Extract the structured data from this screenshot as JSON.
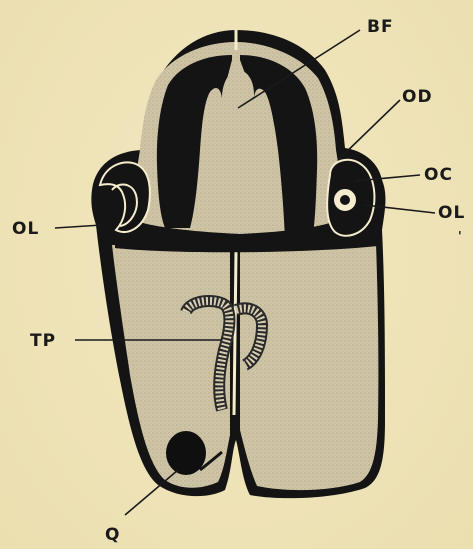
{
  "figure": {
    "labels": {
      "bf": "BF",
      "od": "OD",
      "oc": "OC",
      "ol_left": "OL",
      "ol_right": "OL",
      "ol_right_mark": "'",
      "tp": "TP",
      "q": "Q"
    },
    "colors": {
      "background": "#efe4b8",
      "stipple": "#cdc3a4",
      "ink": "#1a1a1a",
      "outline": "#f4eccd"
    }
  }
}
